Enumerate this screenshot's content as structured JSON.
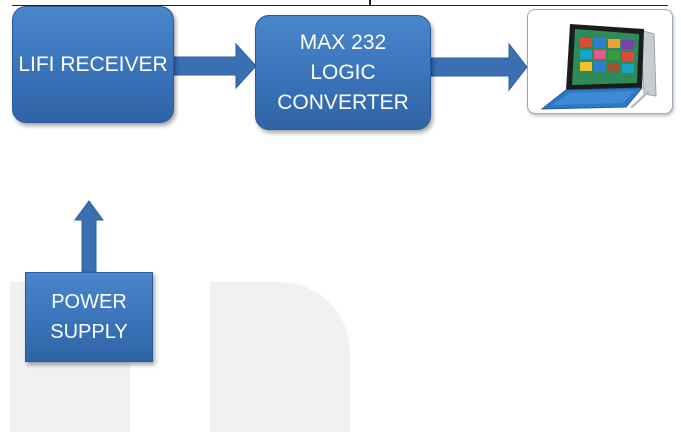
{
  "blocks": {
    "lifi_receiver": "LIFI RECEIVER",
    "max232": {
      "line1": "MAX 232",
      "line2": "LOGIC",
      "line3": "CONVERTER"
    },
    "power_supply": {
      "line1": "POWER",
      "line2": "SUPPLY"
    }
  },
  "icons": {
    "laptop": "tablet-laptop-icon"
  },
  "colors": {
    "block_fill": "#3a73b9",
    "arrow_fill": "#3a6fb3",
    "text": "#ffffff"
  }
}
